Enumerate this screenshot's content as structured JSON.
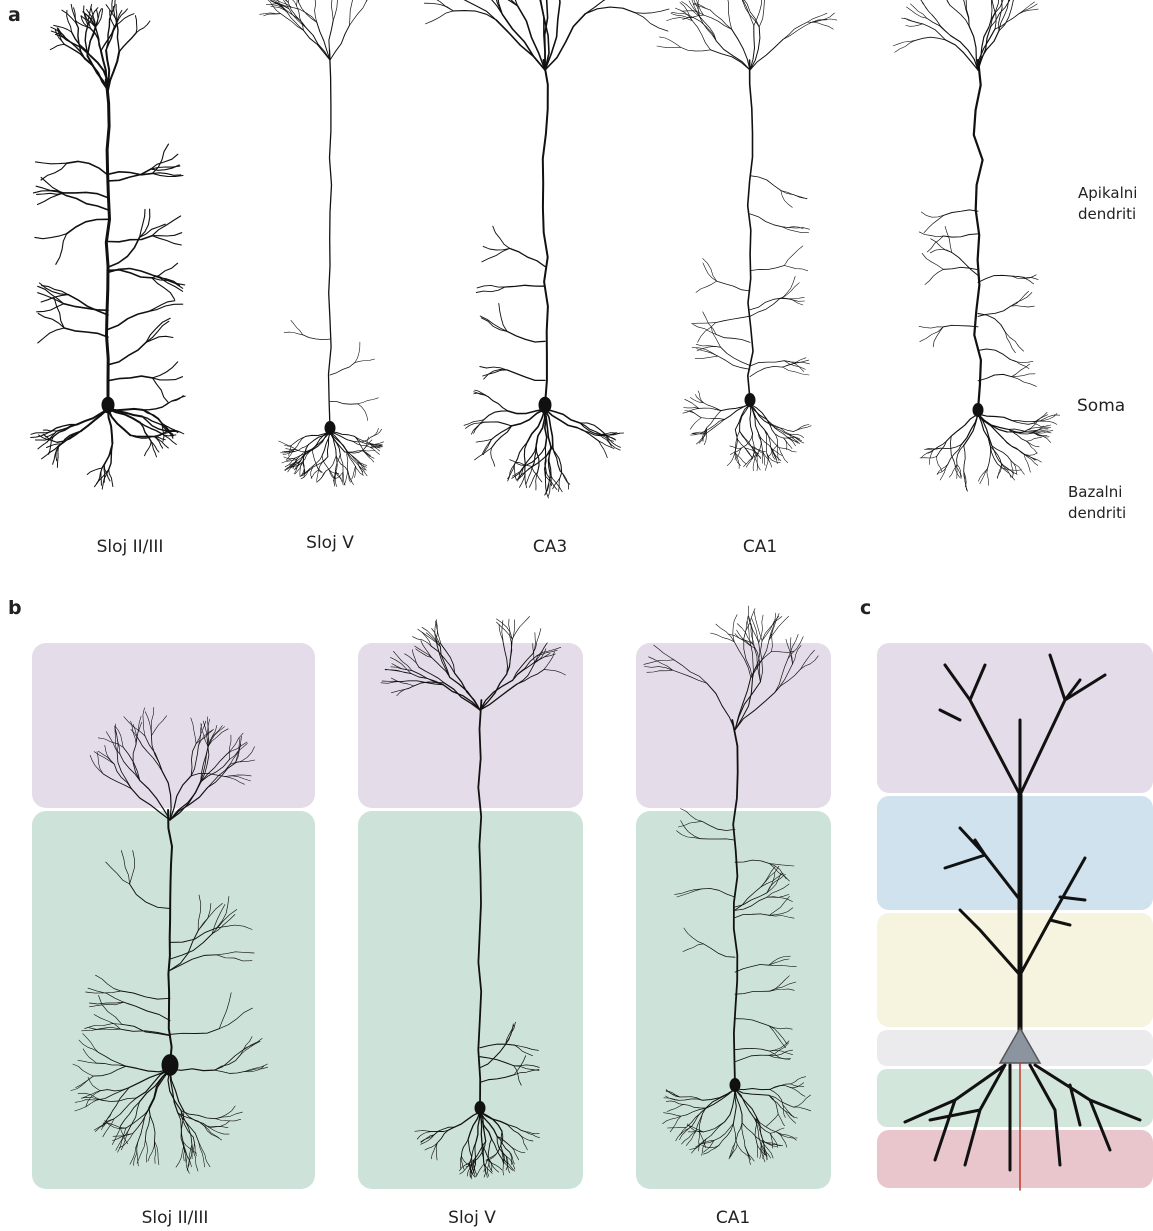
{
  "panels": {
    "a": {
      "letter": "a",
      "captions": [
        "Sloj II/III",
        "Sloj V",
        "CA3",
        "CA1"
      ],
      "side_labels": {
        "apical": [
          "Apikalni",
          "dendriti"
        ],
        "soma": "Soma",
        "basal": [
          "Bazalni",
          "dendriti"
        ]
      }
    },
    "b": {
      "letter": "b",
      "captions": [
        "Sloj II/III",
        "Sloj V",
        "CA1"
      ]
    },
    "c": {
      "letter": "c"
    }
  },
  "colors": {
    "purple_zone": "#e4dce9",
    "green_zone": "#cde3da",
    "blue_zone": "#cfe2ee",
    "yellow_zone": "#f6f3de",
    "gray_zone": "#ebebee",
    "green2_zone": "#d3e6dc",
    "pink_zone": "#e9c6cc",
    "axon": "#c0392b",
    "soma_schematic": "#8c94a0",
    "dendrite": "#111111"
  }
}
